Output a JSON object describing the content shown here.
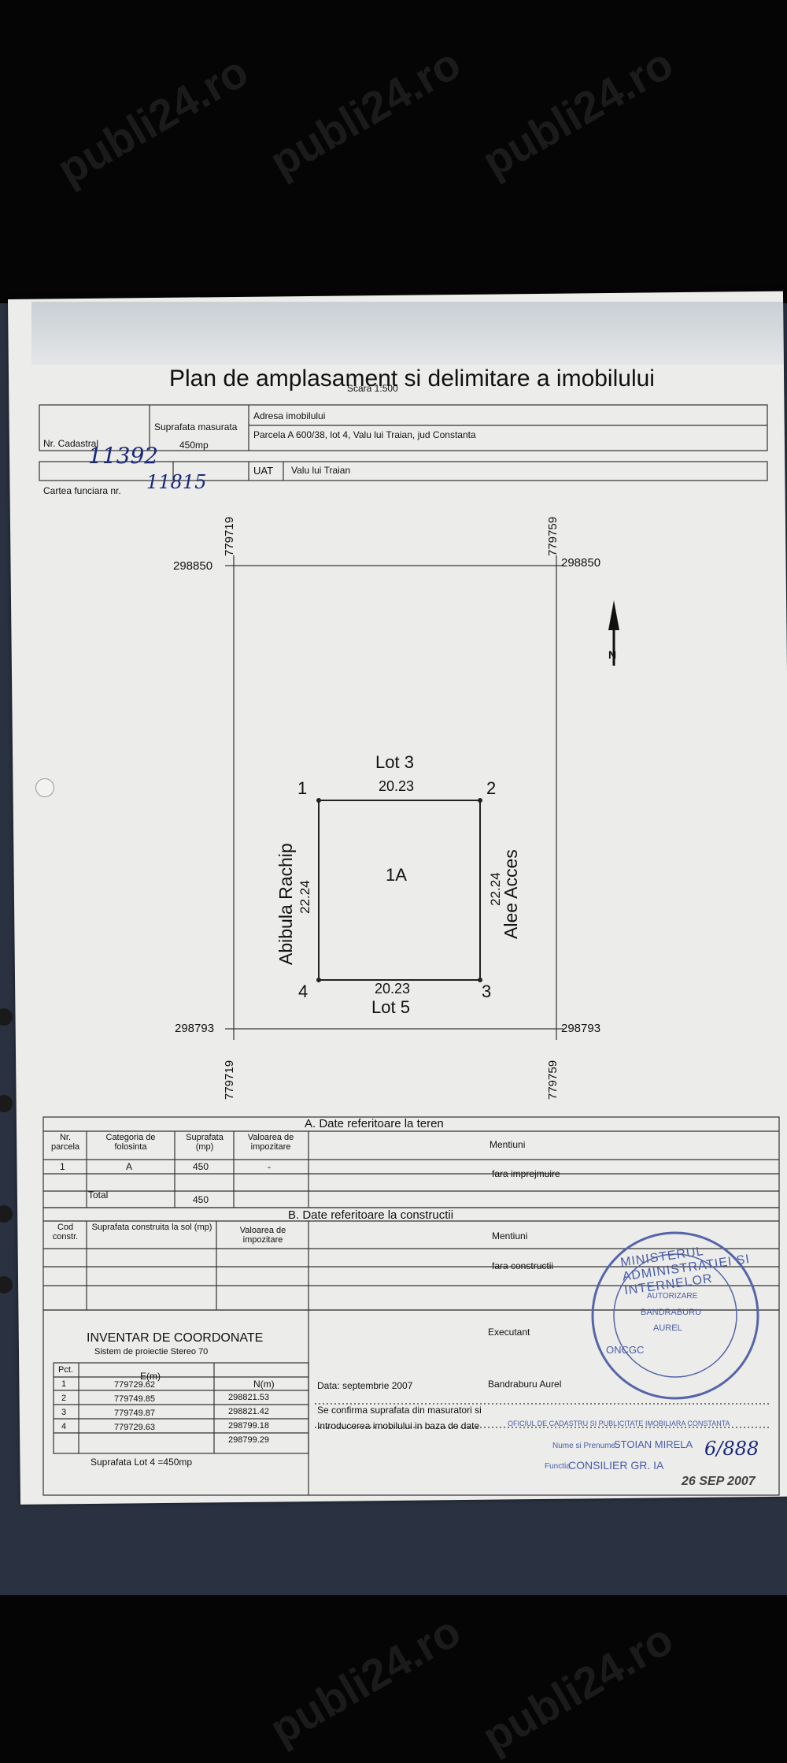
{
  "watermark": "publi24.ro",
  "header": {
    "title": "Plan de amplasament si delimitare a imobilului",
    "scale": "Scara 1:500",
    "nr_cadastral_label": "Nr. Cadastral",
    "nr_cadastral_value": "11392",
    "suprafata_label": "Suprafata masurata",
    "suprafata_value": "450mp",
    "adresa_label": "Adresa imobilului",
    "adresa_value": "Parcela A 600/38, lot 4, Valu lui Traian, jud Constanta",
    "cartea_label": "Cartea funciara nr.",
    "cartea_value": "11815",
    "uat_label": "UAT",
    "uat_value": "Valu lui Traian"
  },
  "plan": {
    "coord_top_left_y": "779719",
    "coord_top_right_y": "779759",
    "coord_bottom_left_y": "779719",
    "coord_bottom_right_y": "779759",
    "coord_top_x_left": "298850",
    "coord_top_x_right": "298850",
    "coord_bottom_x_left": "298793",
    "coord_bottom_x_right": "298793",
    "north": "N",
    "lot_top": "Lot 3",
    "lot_bottom": "Lot 5",
    "dim_top": "20.23",
    "dim_bottom": "20.23",
    "dim_left": "22.24",
    "dim_right": "22.24",
    "street_left": "Abibula Rachip",
    "street_right": "Alee Acces",
    "parcel_id": "1A",
    "points": [
      "1",
      "2",
      "3",
      "4"
    ]
  },
  "section_a": {
    "title": "A. Date referitoare la teren",
    "headers": [
      "Nr. parcela",
      "Categoria de folosinta",
      "Suprafata (mp)",
      "Valoarea de impozitare",
      "Mentiuni"
    ],
    "rows": [
      {
        "nr": "1",
        "categoria": "A",
        "suprafata": "450",
        "valoarea": "-",
        "mentiuni": "fara imprejmuire"
      }
    ],
    "total_label": "Total",
    "total_value": "450"
  },
  "section_b": {
    "title": "B. Date referitoare la constructii",
    "headers": [
      "Cod constr.",
      "Suprafata construita la sol (mp)",
      "Valoarea de impozitare",
      "Mentiuni"
    ],
    "mentiuni": "fara constructii"
  },
  "inventar": {
    "title": "INVENTAR DE COORDONATE",
    "subtitle": "Sistem de proiectie Stereo 70",
    "headers": [
      "Pct.",
      "E(m)",
      "N(m)"
    ],
    "rows": [
      {
        "pct": "1",
        "e": "779729.62",
        "n": "298821.53"
      },
      {
        "pct": "2",
        "e": "779749.85",
        "n": "298821.42"
      },
      {
        "pct": "3",
        "e": "779749.87",
        "n": "298799.18"
      },
      {
        "pct": "4",
        "e": "779729.63",
        "n": "298799.29"
      }
    ],
    "footer": "Suprafata Lot 4 =450mp"
  },
  "executant": {
    "label": "Executant",
    "data": "Data: septembrie 2007",
    "name": "Bandraburu Aurel",
    "confirm": "Se confirma suprafata din masuratori si",
    "introducere": "Introducerea imobilului in baza de date",
    "ocpi": "OFICIUL DE CADASTRU SI PUBLICITATE IMOBILIARA CONSTANTA",
    "nume_label": "Nume si Prenume",
    "nume_value": "STOIAN MIRELA",
    "functia_label": "Functia",
    "functia_value": "CONSILIER GR. IA",
    "date_stamp": "26 SEP 2007",
    "number_hw": "6/888"
  },
  "stamp": {
    "ring_text": "MINISTERUL ADMINISTRATIEI SI INTERNELOR",
    "inner": [
      "AUTORIZARE",
      "BANDRABURU",
      "AUREL"
    ],
    "bottom": "ONCGC"
  }
}
